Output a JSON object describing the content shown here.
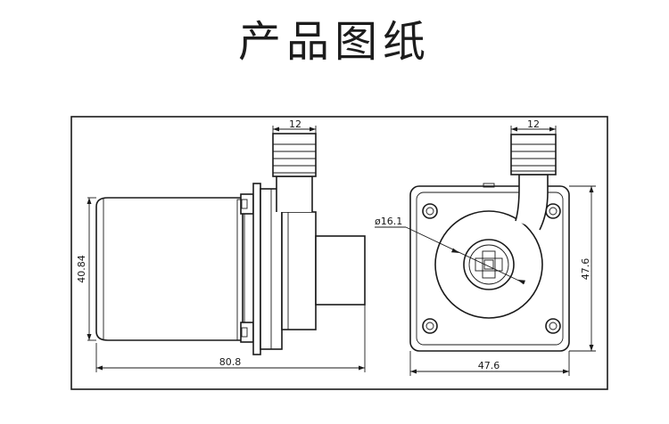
{
  "title": "产品图纸",
  "dimensions": {
    "side_outlet_width": "12",
    "front_outlet_width": "12",
    "side_height": "40.84",
    "side_length": "80.8",
    "front_width": "47.6",
    "front_height": "47.6",
    "inlet_diameter": "ø16.1"
  },
  "colors": {
    "line": "#1a1a1a",
    "background": "#ffffff"
  }
}
